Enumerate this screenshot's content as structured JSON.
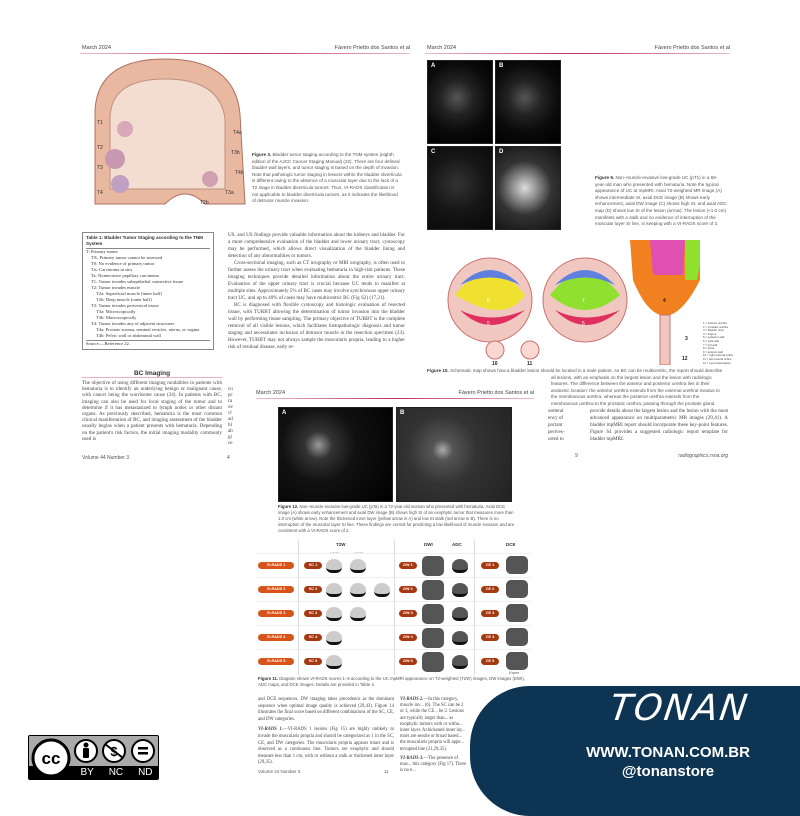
{
  "left_page": {
    "header_date": "March 2024",
    "header_author": "Fávero Prietto dos Santos et al",
    "figure3_labels": [
      "T1",
      "T2",
      "T3",
      "T4",
      "T2b",
      "T3a",
      "T4b",
      "T3b",
      "T4a"
    ],
    "figure3_caption_label": "Figure 3.",
    "figure3_caption": "Bladder tumor staging according to the TNM system (eighth edition of the AJCC Cancer Staging Manual) (22). There are four defined bladder wall layers, and tumor staging is based on the depth of invasion. Note that pathologic tumor staging in lesions within the bladder diverticula is different owing to the absence of a muscular layer due to the lack of a T2 stage in bladder diverticula tumors. Thus, VI-RADS classification is not applicable to bladder diverticula tumors, as it indicates the likelihood of detrusor muscle invasion.",
    "table_title": "Table 1: Bladder Tumor Staging according to the TNM System",
    "table_rows": [
      {
        "text": "T: Primary tumor",
        "level": 0
      },
      {
        "text": "TX: Primary tumor cannot be assessed",
        "level": 1
      },
      {
        "text": "T0: No evidence of primary tumor",
        "level": 1
      },
      {
        "text": "Tis: Carcinoma in situ",
        "level": 1
      },
      {
        "text": "Ta: Noninvasive papillary carcinoma",
        "level": 1
      },
      {
        "text": "T1: Tumor invades subepithelial connective tissue",
        "level": 1
      },
      {
        "text": "T2: Tumor invades muscle",
        "level": 1
      },
      {
        "text": "T2a: Superficial muscle (inner half)",
        "level": 2
      },
      {
        "text": "T2b: Deep muscle (outer half)",
        "level": 2
      },
      {
        "text": "T3: Tumor invades perivesical tissue",
        "level": 1
      },
      {
        "text": "T3a: Microscopically",
        "level": 2
      },
      {
        "text": "T3b: Macroscopically",
        "level": 2
      },
      {
        "text": "T4: Tumor invades any of adjacent structures",
        "level": 1
      },
      {
        "text": "T4a: Prostate stroma, seminal vesicles, uterus, or vagina",
        "level": 2
      },
      {
        "text": "T4b: Pelvic wall or abdominal wall",
        "level": 2
      }
    ],
    "table_source": "Source.—Reference 22.",
    "right_col_p1": "US, and US findings provide valuable information about the kidneys and bladder. For a more comprehensive evaluation of the bladder and lower urinary tract, cystoscopy may be performed, which allows direct visualization of the bladder lining and detection of any abnormalities or tumors.",
    "right_col_p2": "Cross-sectional imaging, such as CT urography or MRI urography, is often used to further assess the urinary tract when evaluating hematuria in high-risk patients. These imaging techniques provide detailed information about the entire urinary tract. Evaluation of the upper urinary tract is crucial because UC tends to manifest at multiple sites. Approximately 5% of BC cases may involve synchronous upper urinary tract UC, and up to 40% of cases may have multicentric BC (Fig S2) (17,21).",
    "right_col_p3": "BC is diagnosed with flexible cystoscopy and histologic evaluation of resected tissue, with TURBT allowing the determination of tumor invasion into the bladder wall by performing tissue sampling. The primary objective of TURBT is the complete removal of all visible lesions, which facilitates histopathologic diagnosis and tumor staging and necessitates inclusion of detrusor muscle in the resection specimen (23). However, TURBT may not always sample the muscularis propria, leading to a higher risk of residual disease, early re-",
    "right_col_fragments": [
      "cu",
      "pc",
      "ra",
      "ov",
      "cl",
      "ad",
      "bl",
      "ab",
      "gi",
      "ce"
    ],
    "section_heading": "BC Imaging",
    "section_text": "The objective of using different imaging modalities in patients with hematuria is to identify an underlying benign or malignant cause, with cancer being the worrisome cause (24). In patients with BC, imaging can also be used for local staging of the tumor and to determine if it has metastasized to lymph nodes or other distant organs. As previously described, hematuria is the most common clinical manifestation of BC, and imaging assessment of the bladder usually begins when a patient presents with hematuria. Depending on the patient's risk factors, the initial imaging modality commonly used is",
    "footer_volume": "Volume 44   Number 3",
    "footer_page": "4"
  },
  "right_page": {
    "header_date": "March 2024",
    "header_author": "Fávero Prietto dos Santos et al",
    "panel_labels": [
      "A",
      "B",
      "C",
      "D"
    ],
    "figure9_caption_label": "Figure 9.",
    "figure9_caption": "Non–muscle-invasive low-grade UC (pT1) in a 68-year-old man who presented with hematuria. Note the typical appearance of UC at mpMRI. Axial T2-weighted MR image (A) shows intermediate SI, axial DCE image (B) shows early enhancement, axial DW image (C) shows high SI, and axial ADC map (D) shows low SI of the lesion (arrow). The lesion (<1.0 cm) manifests with a stalk and no evidence of interruption of the muscular layer SI line, in keeping with a VI-RADS score of 2.",
    "figure10_numbers": [
      "1",
      "2",
      "3",
      "4",
      "5",
      "6",
      "7",
      "8",
      "9",
      "10",
      "11",
      "12"
    ],
    "figure10_legend": [
      "1 = anterior urethra",
      "2 = prostatic urethra",
      "3 = bladder neck",
      "4 = trigone",
      "5 = posterior wall",
      "6 = right wall",
      "7 = left wall",
      "8 = dome",
      "9 = anterior wall",
      "10 = right ureteral orifice",
      "11 = left ureteral orifice",
      "12 = neurovasculature"
    ],
    "figure10_caption_label": "Figure 10.",
    "figure10_caption": "Schematic map shows how a bladder lesion should be located in a male patient. As BC can be multicentric, the report should describe all lesions, with an emphasis on the largest lesion and the lesion with radiologic features. The difference between the anterior and posterior urethra lies in their anatomic location: the anterior urethra extends from the external urethral meatus to the membranous urethra, whereas the posterior urethra extends from the membranous urethra to the prostatic urethra, passing through the prostate gland.",
    "left_fragments": [
      "ureteral",
      "ency of",
      "portant",
      "perives-",
      "orted to"
    ],
    "right_col_text": "provide details about the largest lesion and the lesion with the most advanced appearance on multiparametric MR images (29,41). A bladder mpMRI report should incorporate these key-point features. Figure S4 provides a suggested radiologic report template for bladder mpMRI.",
    "footer_page": "9",
    "footer_site": "radiographics.rsna.org"
  },
  "middle_page": {
    "header_date": "March 2024",
    "header_author": "Fávero Prietto dos Santos et al",
    "panel_labels": [
      "A",
      "B"
    ],
    "figure12_caption_label": "Figure 12.",
    "figure12_caption": "Non–muscle-invasive low-grade UC (pTa) in a 72-year-old woman who presented with hematuria. Axial DCE image (A) shows early enhancement and axial DW image (B) shows high SI of an exophytic tumor that measures more than 1.0 cm (white arrow). Note the thickened inner layer (yellow arrow in A) and low SI stalk (red arrow in B). There is no interruption of the muscular layer SI line. These findings are central for predicting a low likelihood of muscle invasion and are consistent with a VI-RADS score of 2.",
    "fig11_headers": {
      "t2w": "T2W",
      "dwi": "DWI",
      "adc": "ADC",
      "dce": "DCE"
    },
    "fig11_size_labels": [
      "≤ 1 cm",
      "> 1 cm"
    ],
    "fig11_rows": [
      {
        "vi": "VI-RADS 1",
        "sc": "SC 1",
        "dw": "DW 1",
        "ce": "CE 1"
      },
      {
        "vi": "VI-RADS 2",
        "sc": "SC 2",
        "dw": "DW 2",
        "ce": "CE 2"
      },
      {
        "vi": "VI-RADS 3",
        "sc": "SC 3",
        "dw": "DW 3",
        "ce": "CE 3"
      },
      {
        "vi": "VI-RADS 4",
        "sc": "SC 4",
        "dw": "DW 4",
        "ce": "CE 4"
      },
      {
        "vi": "VI-RADS 5",
        "sc": "SC 5",
        "dw": "DW 5",
        "ce": "CE 5"
      }
    ],
    "fig11_logo": "Expert",
    "figure11_caption_label": "Figure 11.",
    "figure11_caption": "Diagram shows VI-RADS scores 1–5 according to the UC mpMRI appearance on T2-weighted (T2W) images, DW images (DWI), ADC maps, and DCE images. Details are provided in Table 4.",
    "col1_p1": "and DCE sequences. DW imaging takes precedence as the dominant sequence when optimal image quality is achieved (29,43). Figure 14 illustrates the final score based on different combinations of the SC, CE, and DW categories.",
    "col1_p2_label": "VI-RADS 1.",
    "col1_p2": "—VI-RADS 1 lesions (Fig 15) are highly unlikely to invade the muscularis propria and should be categorized as 1 in the SC, CE, and DW categories. The muscularis propria appears intact and is observed as a continuous line. Tumors are exophytic and should measure less than 1 cm, with or without a stalk or thickened inner layer (29,35).",
    "col2_p1_label": "VI-RADS 2.",
    "col2_p1": "—In this category, muscle inv... (6). The SC can be 2 or 3, while the CE... be 2. Lesions are typically larger than... as exophytic tumors with or witho... inner layer. A thickened inner lay... mors are sessile or broad based... the muscularis propria will appe... terrupted line (21,29,35).",
    "col2_p2_label": "VI-RADS 3.",
    "col2_p2": "—The presence of mus... this category (Fig 17). There is no e...",
    "footer_volume": "Volume 44   Number 3",
    "footer_page": "11"
  },
  "license": {
    "labels": [
      "BY",
      "NC",
      "ND"
    ],
    "icons": [
      "cc-icon",
      "by-person-icon",
      "nc-dollar-icon",
      "nd-equals-icon"
    ]
  },
  "brand": {
    "logo": "TONAN",
    "url": "WWW.TONAN.COM.BR",
    "handle": "@tonanstore",
    "color": "#0d3553"
  },
  "colors": {
    "vi_rads_pill": "#d9541a",
    "sc_pill": "#a8380f",
    "header_rule": "#c0305a"
  }
}
